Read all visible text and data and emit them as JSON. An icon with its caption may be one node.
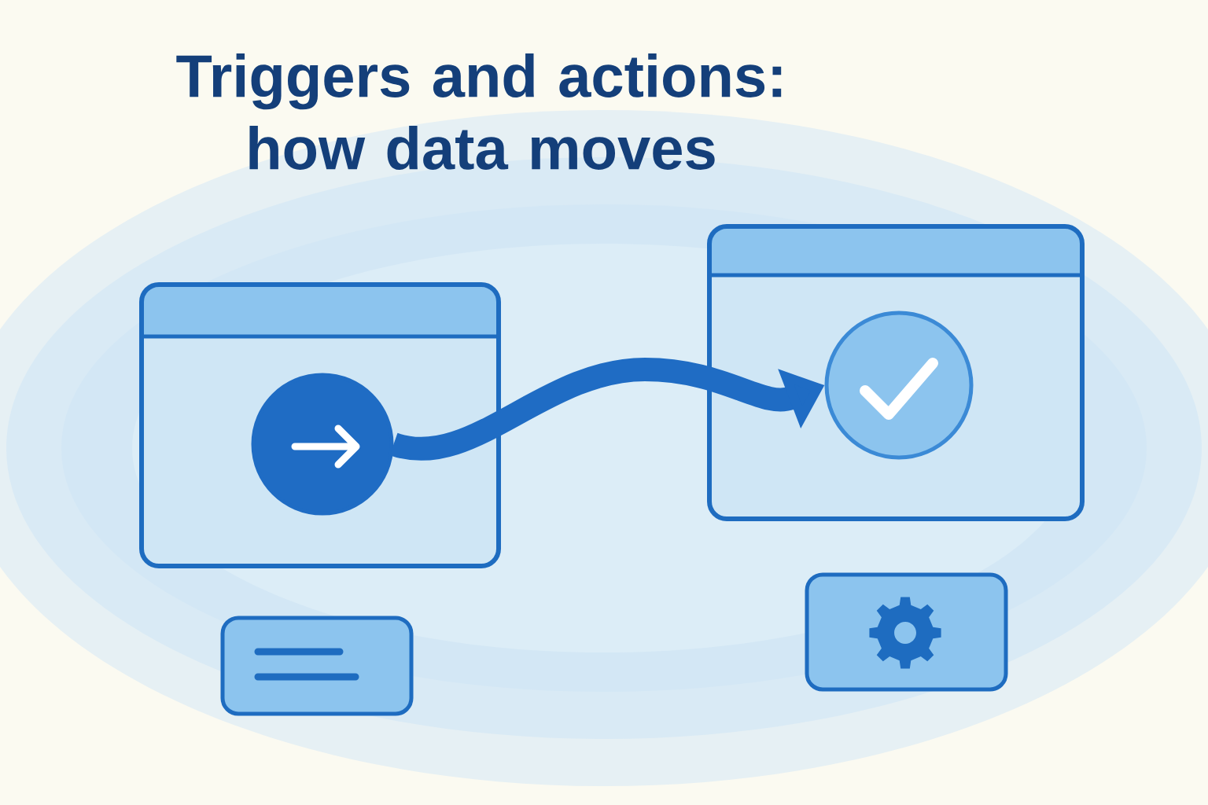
{
  "diagram": {
    "title": "Triggers and actions: how data moves",
    "nodes": [
      {
        "text": [],
        "shape": "box"
      },
      {
        "text": [],
        "shape": "circle",
        "in": 0
      },
      {
        "text": [],
        "shape": "box"
      },
      {
        "text": [],
        "shape": "circle",
        "in": 2
      },
      {
        "text": [],
        "shape": "box"
      },
      {
        "text": [],
        "shape": "box"
      }
    ],
    "edges": [
      {
        "from": 1,
        "to": 3,
        "arrow": "to"
      }
    ]
  }
}
